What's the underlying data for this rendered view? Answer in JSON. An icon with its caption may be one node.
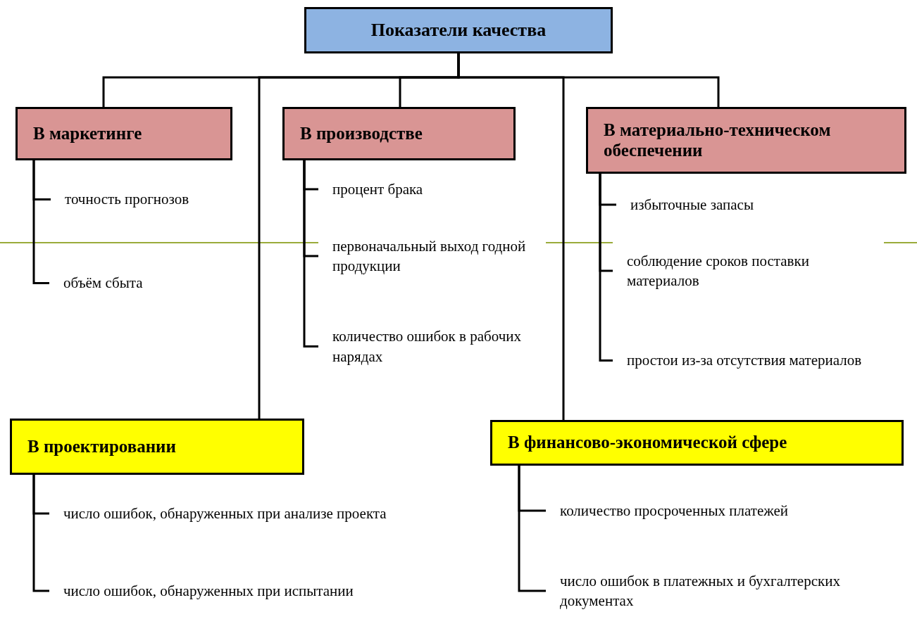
{
  "diagram": {
    "nodes": [
      {
        "text": [
          "Показатели качества"
        ]
      },
      {
        "text": [
          "В маркетинге"
        ]
      },
      {
        "text": [
          "В производстве"
        ]
      },
      {
        "text": [
          "В материально-техническом обеспечении"
        ]
      },
      {
        "text": [
          "В проектировании"
        ]
      },
      {
        "text": [
          "В финансово-экономической сфере"
        ]
      },
      {
        "text": [
          "точность прогнозов"
        ]
      },
      {
        "text": [
          "объём сбыта"
        ]
      },
      {
        "text": [
          "процент брака"
        ]
      },
      {
        "text": [
          "первоначальный выход годной продукции"
        ]
      },
      {
        "text": [
          "количество ошибок в рабочих нарядах"
        ]
      },
      {
        "text": [
          "избыточные запасы"
        ]
      },
      {
        "text": [
          "соблюдение сроков поставки материалов"
        ]
      },
      {
        "text": [
          "простои из-за отсутствия материалов"
        ]
      },
      {
        "text": [
          "число ошибок, обнаруженных при анализе проекта"
        ]
      },
      {
        "text": [
          "число ошибок, обнаруженных при испытании"
        ]
      },
      {
        "text": [
          "количество просроченных платежей"
        ]
      },
      {
        "text": [
          "число ошибок в платежных и бухгалтерских документах"
        ]
      }
    ],
    "edges": [
      {
        "from": 0,
        "to": 1,
        "arrow": "none"
      },
      {
        "from": 0,
        "to": 4,
        "arrow": "none"
      },
      {
        "from": 0,
        "to": 2,
        "arrow": "none"
      },
      {
        "from": 0,
        "to": 5,
        "arrow": "none"
      },
      {
        "from": 0,
        "to": 3,
        "arrow": "none"
      },
      {
        "from": 1,
        "to": 6,
        "arrow": "none"
      },
      {
        "from": 1,
        "to": 7,
        "arrow": "none"
      },
      {
        "from": 2,
        "to": 8,
        "arrow": "none"
      },
      {
        "from": 2,
        "to": 9,
        "arrow": "none"
      },
      {
        "from": 2,
        "to": 10,
        "arrow": "none"
      },
      {
        "from": 3,
        "to": 11,
        "arrow": "none"
      },
      {
        "from": 3,
        "to": 12,
        "arrow": "none"
      },
      {
        "from": 3,
        "to": 13,
        "arrow": "none"
      },
      {
        "from": 4,
        "to": 14,
        "arrow": "none"
      },
      {
        "from": 4,
        "to": 15,
        "arrow": "none"
      },
      {
        "from": 5,
        "to": 16,
        "arrow": "none"
      },
      {
        "from": 5,
        "to": 17,
        "arrow": "none"
      }
    ]
  }
}
